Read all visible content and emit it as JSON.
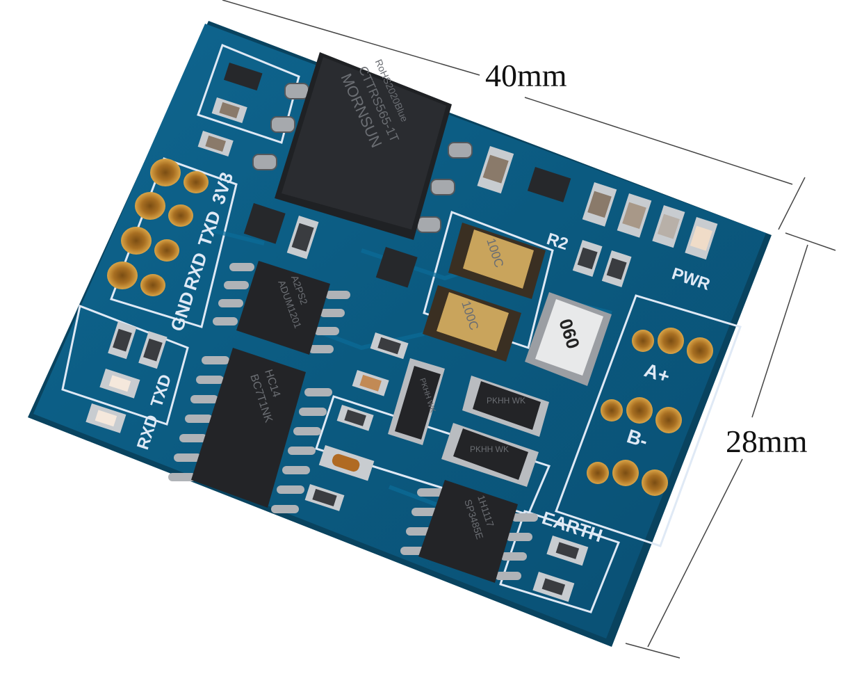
{
  "dimensions": {
    "width_label": "40mm",
    "height_label": "28mm"
  },
  "board": {
    "silkscreen": {
      "left_header": [
        "GND",
        "RXD",
        "TXD",
        "3V3"
      ],
      "led_labels": [
        "RXD",
        "TXD"
      ],
      "r2": "R2",
      "pwr": "PWR",
      "a_plus": "A+",
      "b_minus": "B-",
      "earth": "EARTH"
    },
    "chips": {
      "transformer": [
        "MORNSUN",
        "CTTRS565-1T",
        "RoHS2020Blue"
      ],
      "buffer": [
        "BC7T1NK",
        "HC14"
      ],
      "transceiver": [
        "SP3485E",
        "1H1117"
      ],
      "opto": [
        "ADUM1201",
        "A2PS2"
      ],
      "fuse_1": "100C",
      "fuse_2": "100C",
      "inductor": "060",
      "tvs": "PKHH WK"
    }
  },
  "colors": {
    "pcb": "#0d5f86",
    "silkscreen": "#dfe9f5",
    "pad": "#c8922e",
    "ic": "#232427"
  }
}
